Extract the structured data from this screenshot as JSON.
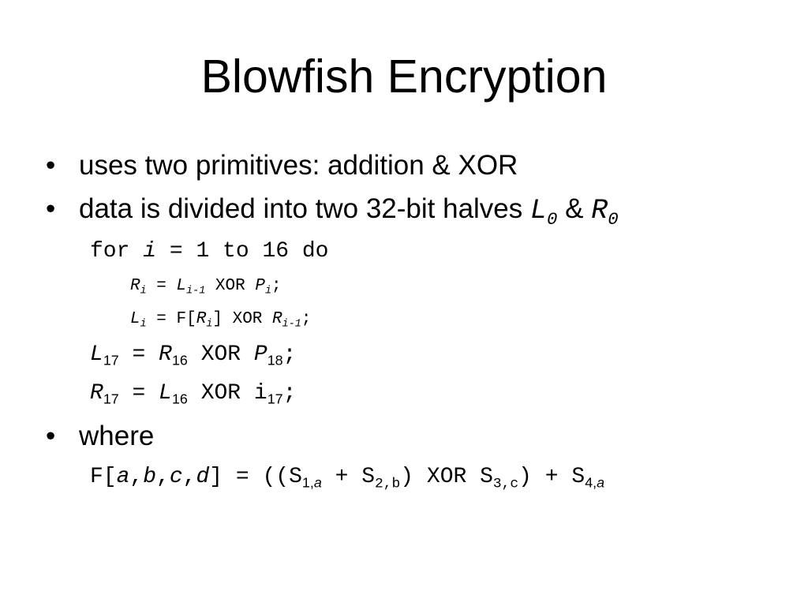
{
  "slide": {
    "title": "Blowfish Encryption",
    "bullet_char": "•",
    "bullets": [
      {
        "text": "uses two primitives: addition & XOR"
      },
      {
        "text": "data is divided into two 32-bit halves ",
        "var1": "L",
        "var1_sub": "0",
        "amp": " & ",
        "var2": "R",
        "var2_sub": "0"
      },
      {
        "text": "where"
      }
    ],
    "loop": {
      "for_kw": "for ",
      "var": "i",
      "range": " = 1 to 16 do",
      "stmt1": {
        "lhs": "R",
        "lhs_sub": "i",
        "eq": " = ",
        "a": "L",
        "a_sub": "i-1",
        "op": " XOR ",
        "b": "P",
        "b_sub": "i",
        "end": ";"
      },
      "stmt2": {
        "lhs": "L",
        "lhs_sub": "i",
        "eq": " = F[",
        "a": "R",
        "a_sub": "i",
        "close": "] XOR ",
        "b": "R",
        "b_sub": "i-1",
        "end": ";"
      }
    },
    "final": {
      "line1": {
        "lhs": "L",
        "lhs_sub": "17",
        "eq": " = ",
        "a": "R",
        "a_sub": "16",
        "op": " XOR ",
        "b": "P",
        "b_sub": "18",
        "end": ";"
      },
      "line2": {
        "lhs": "R",
        "lhs_sub": "17",
        "eq": " = ",
        "a": "L",
        "a_sub": "16",
        "op": " XOR i",
        "b_sub": "17",
        "end": ";"
      }
    },
    "function": {
      "prefix": "F[",
      "a": "a",
      "c1": ",",
      "b": "b",
      "c2": ",",
      "c": "c",
      "c3": ",",
      "d": "d",
      "mid": "] = ((S",
      "s1_sub_num": "1,",
      "s1_sub_var": "a",
      "plus1": " + S",
      "s2_sub": "2,b",
      "xor": ") XOR S",
      "s3_sub": "3,c",
      "plus2": ") + S",
      "s4_sub_num": "4,",
      "s4_sub_var": "a"
    }
  }
}
